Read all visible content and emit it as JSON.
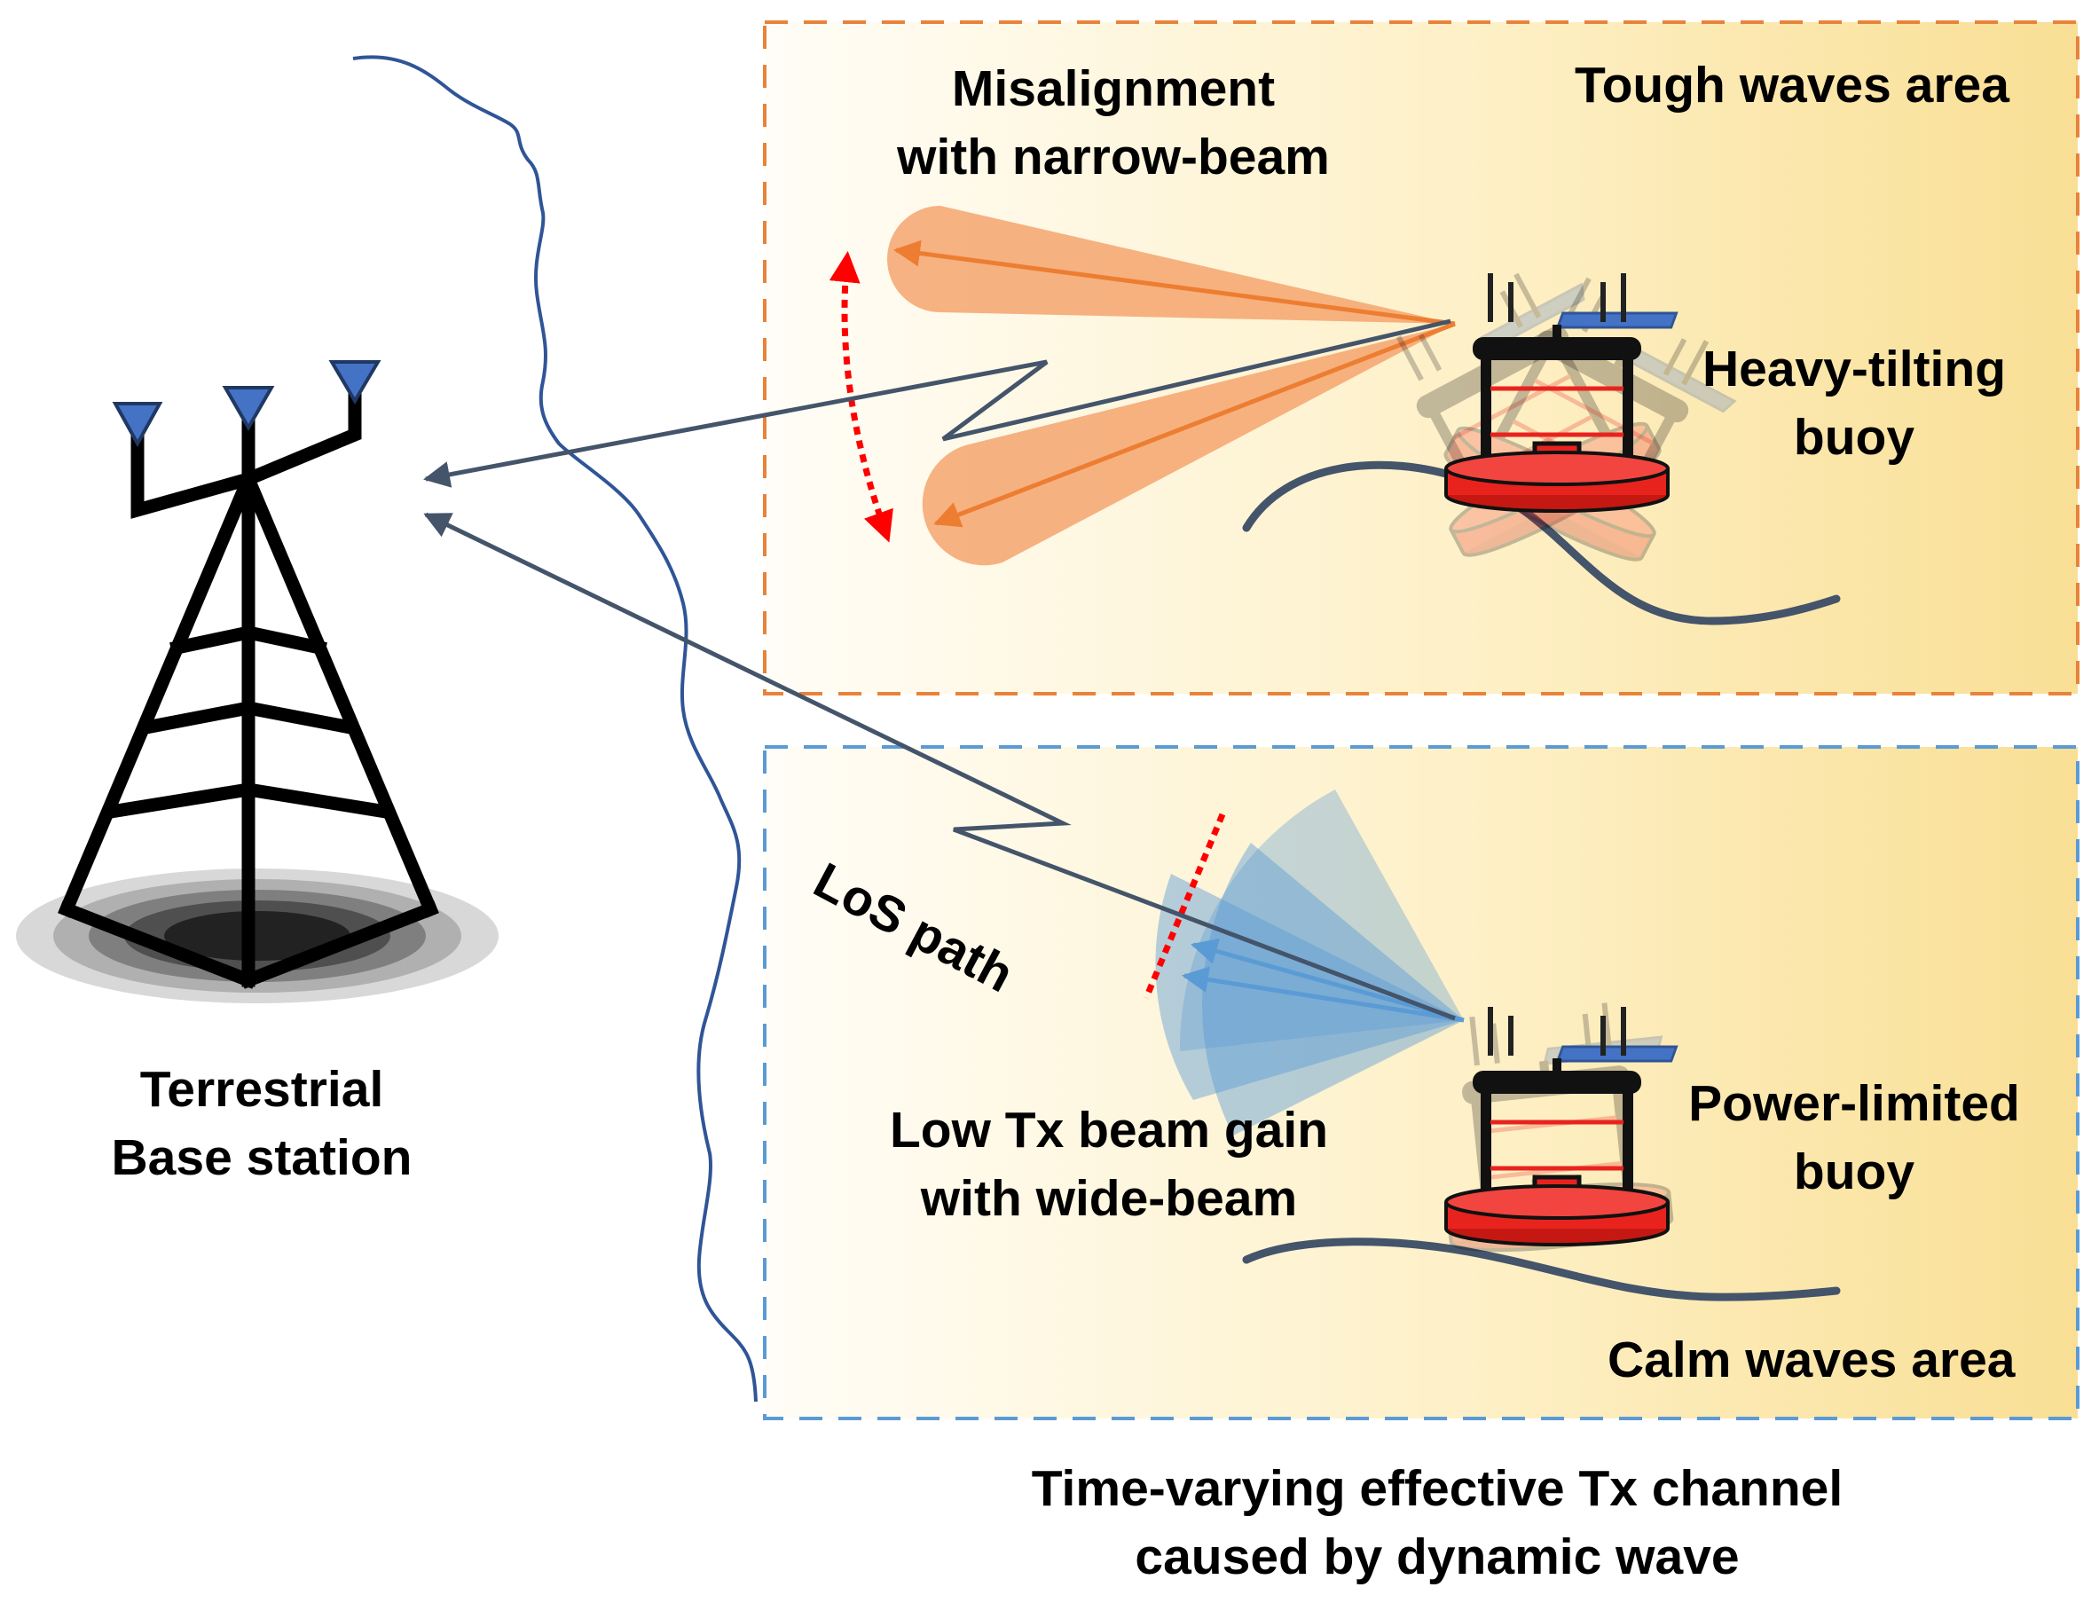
{
  "regions": {
    "tough": {
      "label": "Tough waves area",
      "border_color": "#E8833A"
    },
    "calm": {
      "label": "Calm waves area",
      "border_color": "#5B9BD5"
    }
  },
  "base_station": {
    "line1": "Terrestrial",
    "line2": "Base station"
  },
  "heavy_buoy": {
    "line1": "Heavy-tilting",
    "line2": "buoy"
  },
  "power_buoy": {
    "line1": "Power-limited",
    "line2": "buoy"
  },
  "narrow_beam": {
    "line1": "Misalignment",
    "line2": "with narrow-beam",
    "color": "#F4A46E"
  },
  "wide_beam": {
    "line1": "Low Tx beam gain",
    "line2": "with wide-beam",
    "color": "#5B9BD5"
  },
  "los_path": "LoS path",
  "caption": {
    "line1": "Time-varying effective Tx channel",
    "line2": "caused by dynamic wave"
  },
  "colors": {
    "link_arrow": "#44546A",
    "coastline": "#2F5597",
    "buoy_red": "#E8231E",
    "antenna_blue": "#4472C4",
    "area_gradient_start": "#FFFDF5",
    "area_gradient_end": "#FAE29A"
  }
}
